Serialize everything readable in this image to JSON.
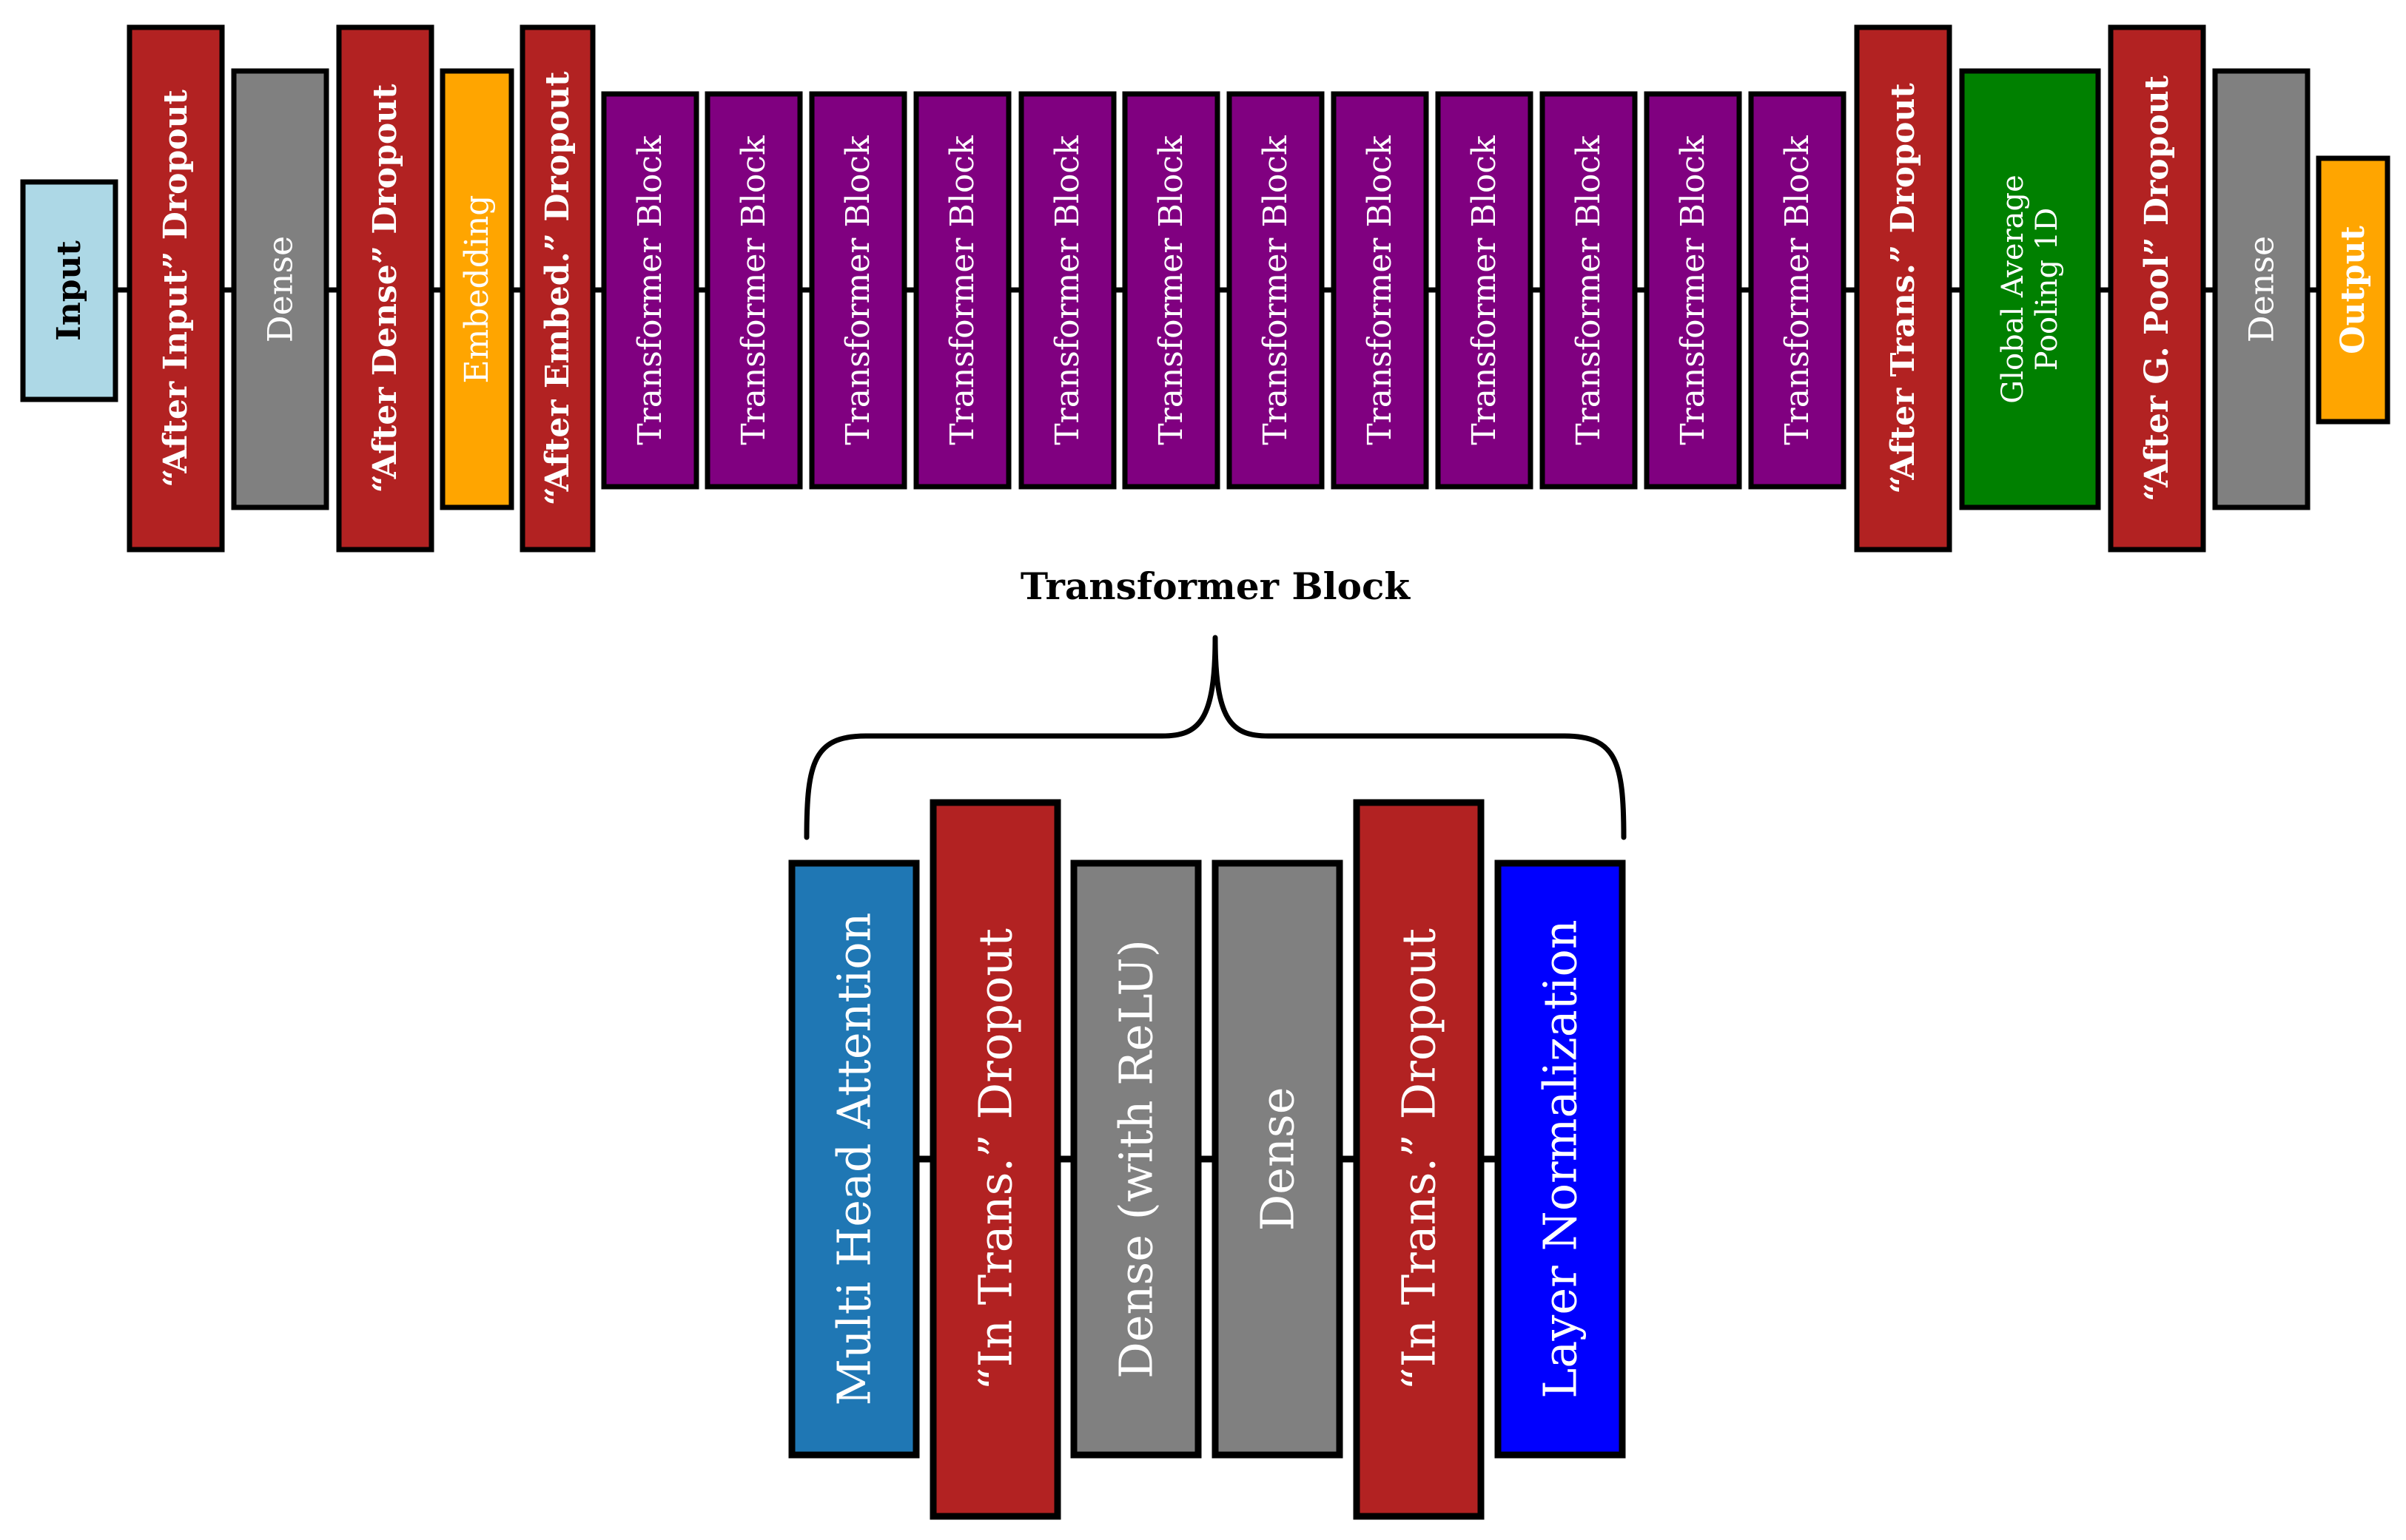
{
  "top_row": {
    "layers": [
      {
        "label": "Input",
        "color": "#add8e6",
        "text_color": "#000000",
        "bold": true
      },
      {
        "label": "“After Input” Dropout",
        "color": "#b22222",
        "text_color": "#ffffff",
        "bold": true
      },
      {
        "label": "Dense",
        "color": "#808080",
        "text_color": "#ffffff",
        "bold": false
      },
      {
        "label": "“After Dense” Dropout",
        "color": "#b22222",
        "text_color": "#ffffff",
        "bold": true
      },
      {
        "label": "Embedding",
        "color": "#ffa500",
        "text_color": "#ffffff",
        "bold": false
      },
      {
        "label": "“After Embed.” Dropout",
        "color": "#b22222",
        "text_color": "#ffffff",
        "bold": true
      },
      {
        "label": "Transformer Block",
        "color": "#800080",
        "text_color": "#ffffff",
        "bold": false
      },
      {
        "label": "Transformer Block",
        "color": "#800080",
        "text_color": "#ffffff",
        "bold": false
      },
      {
        "label": "Transformer Block",
        "color": "#800080",
        "text_color": "#ffffff",
        "bold": false
      },
      {
        "label": "Transformer Block",
        "color": "#800080",
        "text_color": "#ffffff",
        "bold": false
      },
      {
        "label": "Transformer Block",
        "color": "#800080",
        "text_color": "#ffffff",
        "bold": false
      },
      {
        "label": "Transformer Block",
        "color": "#800080",
        "text_color": "#ffffff",
        "bold": false
      },
      {
        "label": "Transformer Block",
        "color": "#800080",
        "text_color": "#ffffff",
        "bold": false
      },
      {
        "label": "Transformer Block",
        "color": "#800080",
        "text_color": "#ffffff",
        "bold": false
      },
      {
        "label": "Transformer Block",
        "color": "#800080",
        "text_color": "#ffffff",
        "bold": false
      },
      {
        "label": "Transformer Block",
        "color": "#800080",
        "text_color": "#ffffff",
        "bold": false
      },
      {
        "label": "Transformer Block",
        "color": "#800080",
        "text_color": "#ffffff",
        "bold": false
      },
      {
        "label": "Transformer Block",
        "color": "#800080",
        "text_color": "#ffffff",
        "bold": false
      },
      {
        "label": "“After Trans.” Dropout",
        "color": "#b22222",
        "text_color": "#ffffff",
        "bold": true
      },
      {
        "label": "Global Average",
        "label2": "Pooling 1D",
        "color": "#008000",
        "text_color": "#ffffff",
        "bold": false
      },
      {
        "label": "“After G. Pool” Dropout",
        "color": "#b22222",
        "text_color": "#ffffff",
        "bold": true
      },
      {
        "label": "Dense",
        "color": "#808080",
        "text_color": "#ffffff",
        "bold": false
      },
      {
        "label": "Output",
        "color": "#ffa500",
        "text_color": "#ffffff",
        "bold": true
      }
    ]
  },
  "detail": {
    "title": "Transformer Block",
    "layers": [
      {
        "label": "Multi Head Attention",
        "color": "#1f77b4",
        "text_color": "#ffffff",
        "bold": false
      },
      {
        "label": "“In Trans.” Dropout",
        "color": "#b22222",
        "text_color": "#ffffff",
        "bold": false
      },
      {
        "label": "Dense (with ReLU)",
        "color": "#808080",
        "text_color": "#ffffff",
        "bold": false
      },
      {
        "label": "Dense",
        "color": "#808080",
        "text_color": "#ffffff",
        "bold": false
      },
      {
        "label": "“In Trans.” Dropout",
        "color": "#b22222",
        "text_color": "#ffffff",
        "bold": false
      },
      {
        "label": "Layer Normalization",
        "color": "#0000ff",
        "text_color": "#ffffff",
        "bold": false
      }
    ]
  }
}
